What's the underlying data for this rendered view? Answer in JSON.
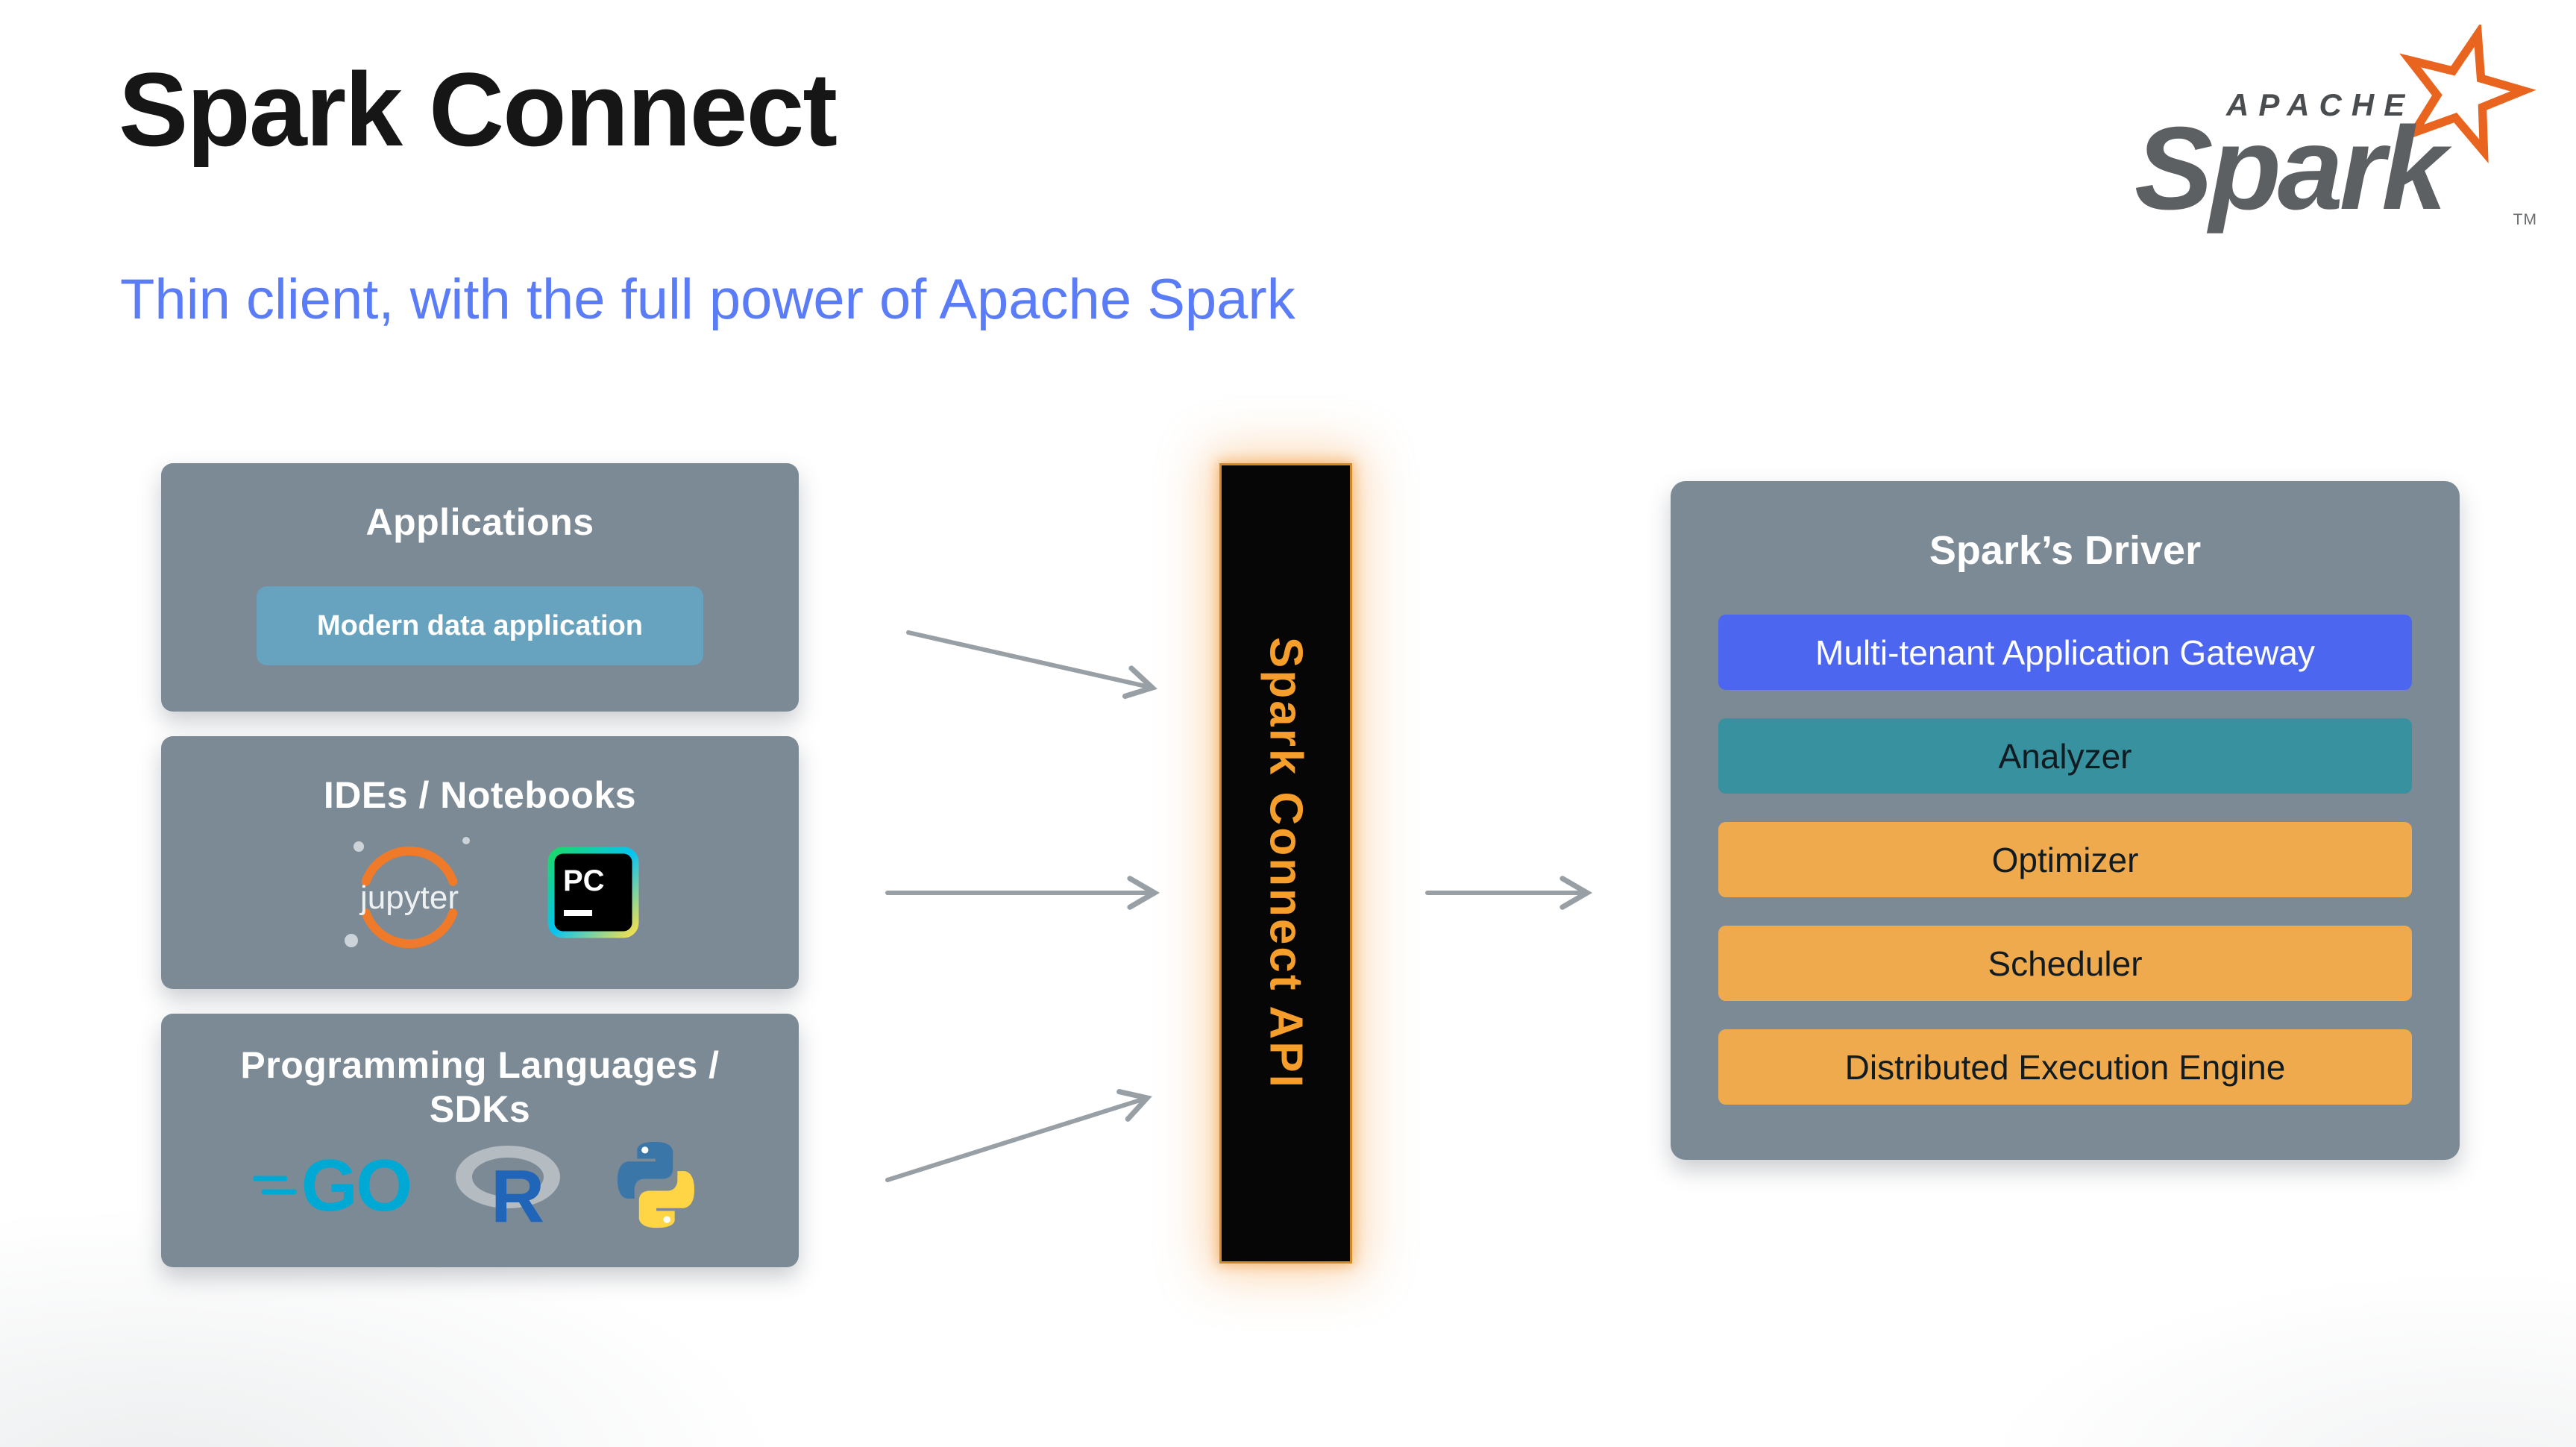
{
  "header": {
    "title": "Spark Connect",
    "subtitle": "Thin client, with the full power of Apache Spark"
  },
  "spark_logo": {
    "apache": "APACHE",
    "wordmark": "Spark",
    "tm": "TM"
  },
  "clients": {
    "applications": {
      "title": "Applications",
      "chip": "Modern data application"
    },
    "ides": {
      "title": "IDEs / Notebooks",
      "jupyter_label": "jupyter",
      "pycharm_label": "PC"
    },
    "languages": {
      "title_line1": "Programming Languages /",
      "title_line2": "SDKs",
      "go_label": "GO",
      "r_label": "R"
    }
  },
  "connector": {
    "label": "Spark Connect API"
  },
  "driver": {
    "title": "Spark’s Driver",
    "rows": [
      {
        "label": "Multi-tenant Application Gateway",
        "bg": "#4d66f0",
        "fg": "#ffffff"
      },
      {
        "label": "Analyzer",
        "bg": "#38919e",
        "fg": "#111c22"
      },
      {
        "label": "Optimizer",
        "bg": "#f0aa4e",
        "fg": "#111c22"
      },
      {
        "label": "Scheduler",
        "bg": "#f0aa4e",
        "fg": "#111c22"
      },
      {
        "label": "Distributed Execution Engine",
        "bg": "#f0aa4e",
        "fg": "#111c22"
      }
    ]
  },
  "colors": {
    "accent_blue": "#5b7cf7",
    "panel_gray": "#7c8a96",
    "chip_blue": "#67a3be",
    "connector_orange": "#f59e2c",
    "arrow_gray": "#98a0a6"
  }
}
